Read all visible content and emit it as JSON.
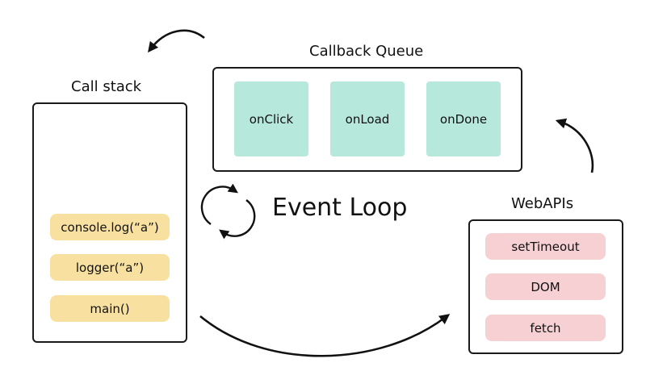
{
  "call_stack": {
    "title": "Call stack",
    "frames": [
      "console.log(“a”)",
      "logger(“a”)",
      "main()"
    ]
  },
  "callback_queue": {
    "title": "Callback Queue",
    "callbacks": [
      "onClick",
      "onLoad",
      "onDone"
    ]
  },
  "event_loop": {
    "title": "Event Loop",
    "icon": "refresh-cycle-icon"
  },
  "web_apis": {
    "title": "WebAPIs",
    "items": [
      "setTimeout",
      "DOM",
      "fetch"
    ]
  },
  "colors": {
    "stack_frame": "#f8e0a0",
    "queue_tile": "#b6e8dc",
    "web_api_item": "#f6d0d2",
    "border": "#1a1a1a"
  }
}
